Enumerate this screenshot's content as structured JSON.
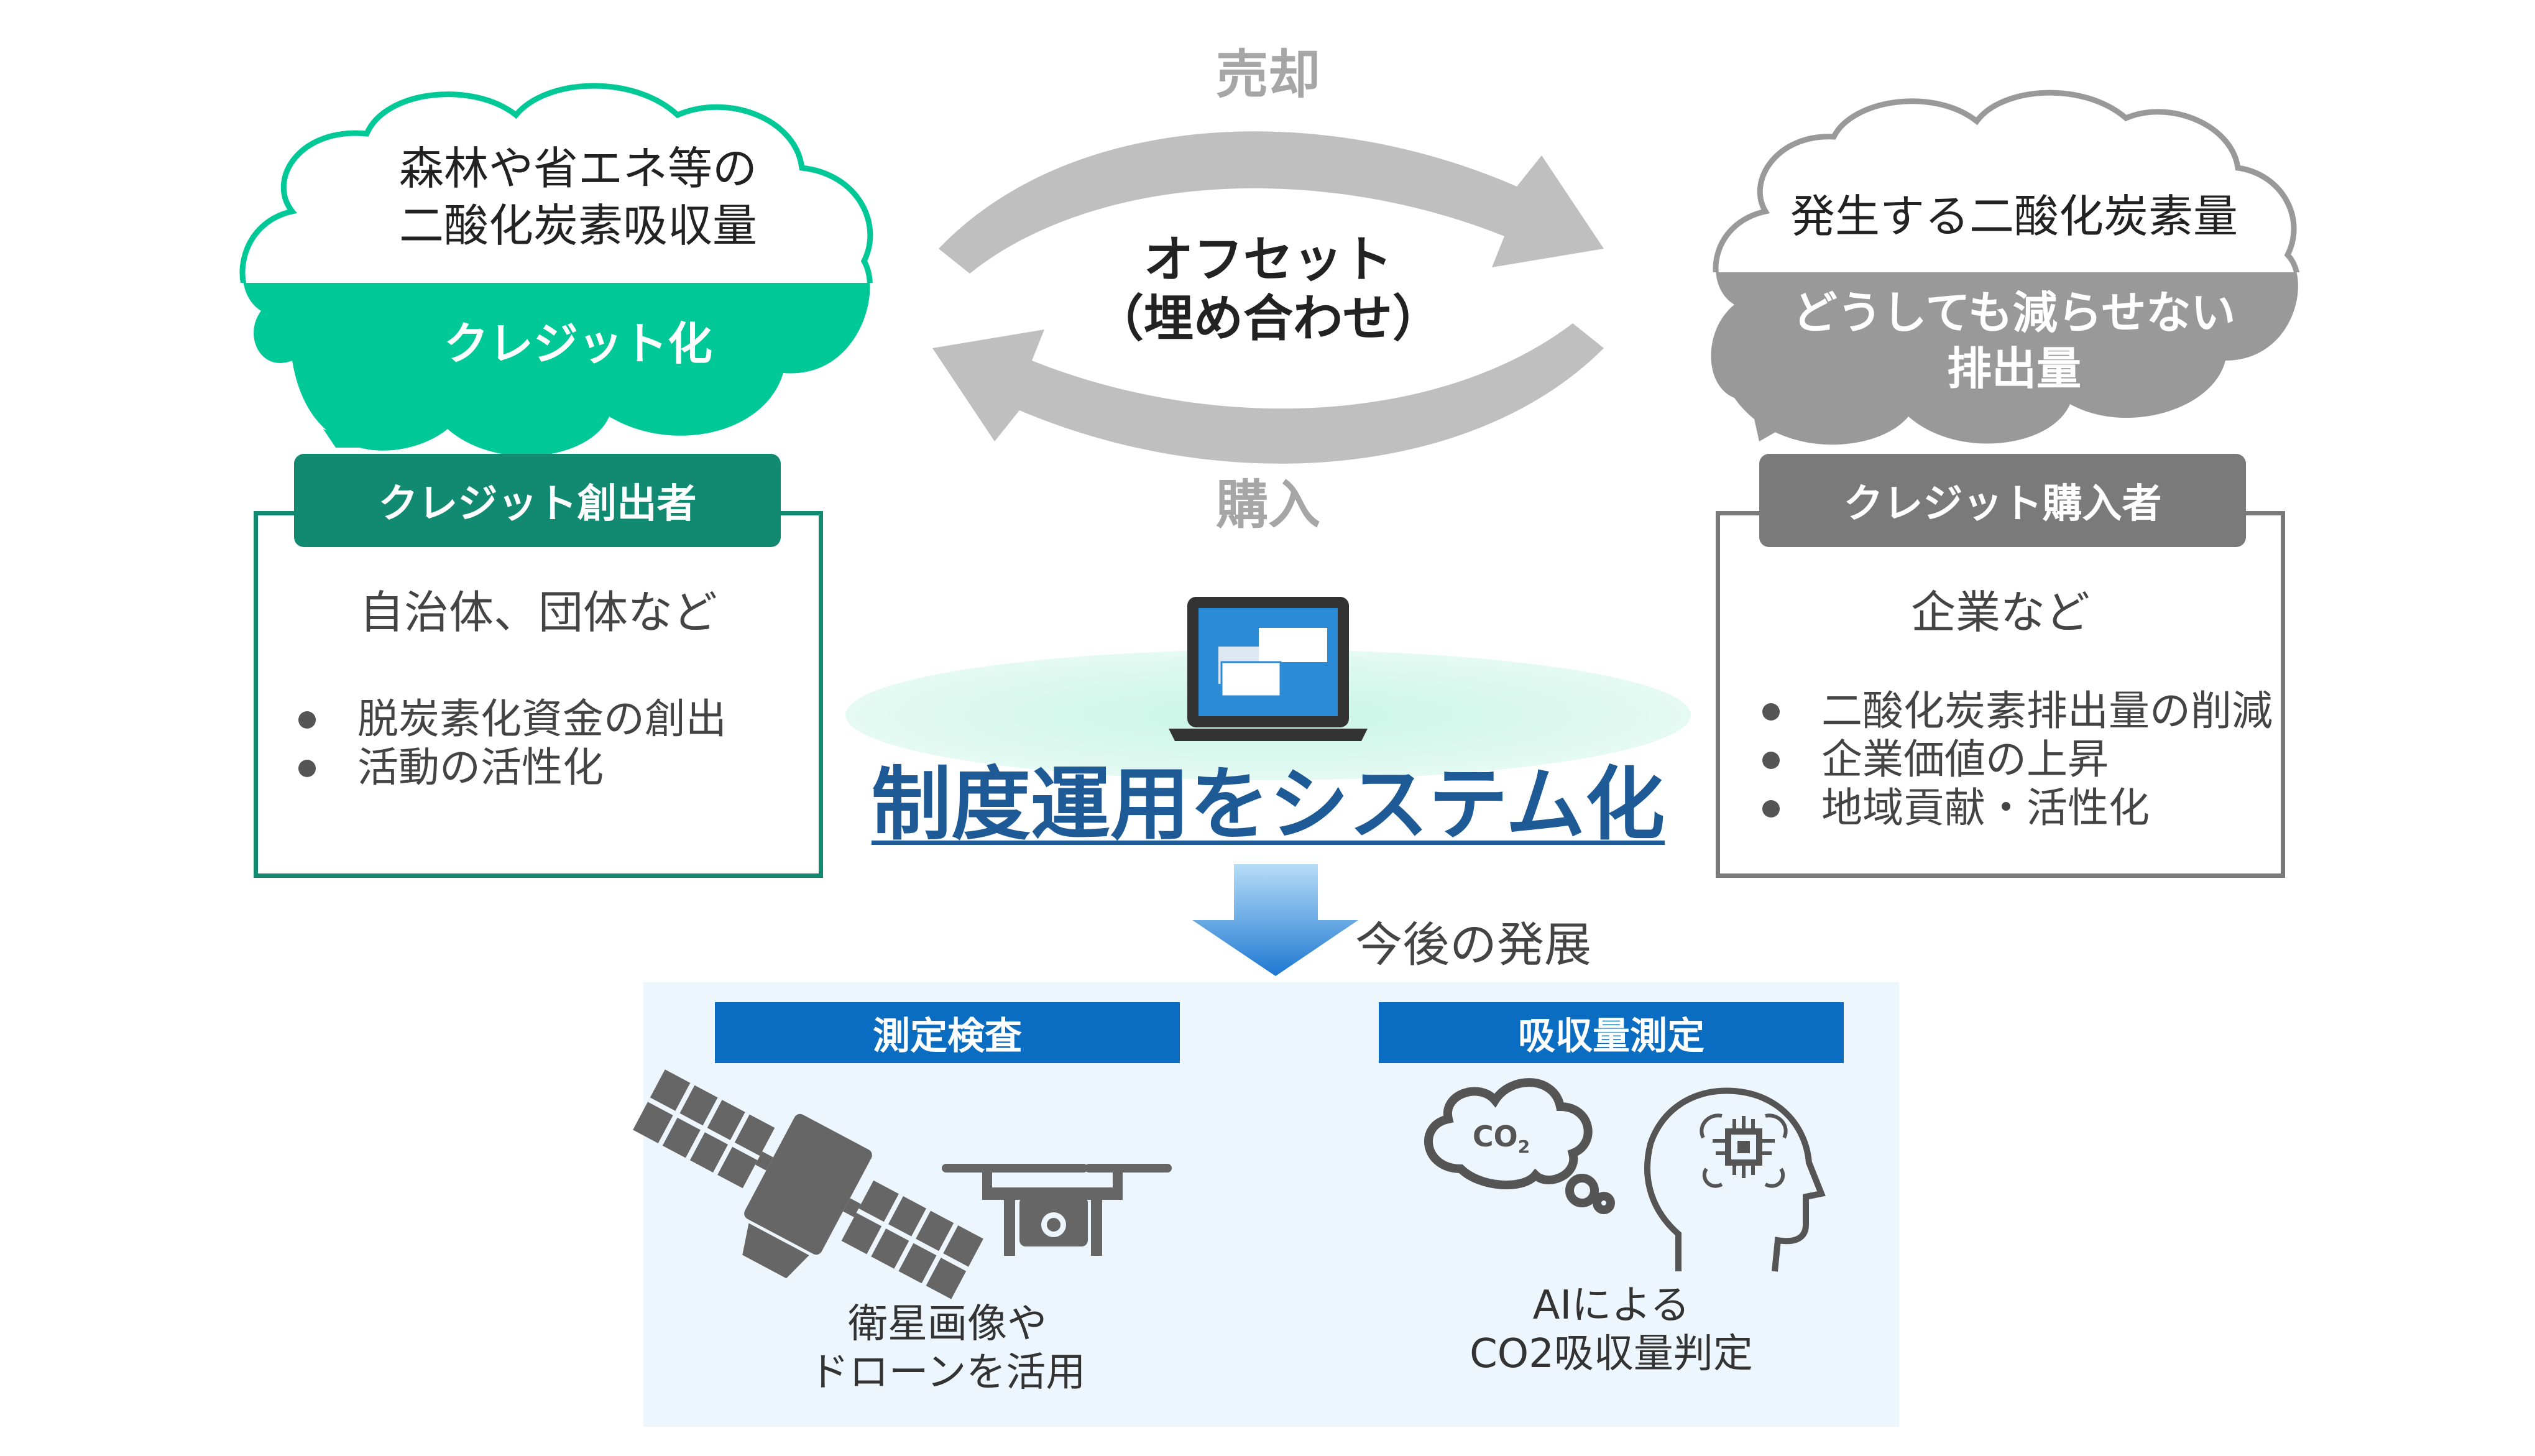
{
  "left_cloud": {
    "top_text_lines": [
      "森林や省エネ等の",
      "二酸化炭素吸収量"
    ],
    "bottom_text": "クレジット化"
  },
  "right_cloud": {
    "top_text": "発生する二酸化炭素量",
    "bottom_text_lines": [
      "どうしても減らせない",
      "排出量"
    ]
  },
  "arrows": {
    "top_label": "売却",
    "bottom_label": "購入",
    "center_lines": [
      "オフセット",
      "（埋め合わせ）"
    ]
  },
  "creator": {
    "label": "クレジット創出者",
    "heading": "自治体、団体など",
    "bullets": [
      "脱炭素化資金の創出",
      "活動の活性化"
    ]
  },
  "buyer": {
    "label": "クレジット購入者",
    "heading": "企業など",
    "bullets": [
      "二酸化炭素排出量の削減",
      "企業価値の上昇",
      "地域貢献・活性化"
    ]
  },
  "center": {
    "system_title": "制度運用をシステム化",
    "future_label": "今後の発展"
  },
  "future": {
    "measurement": {
      "label": "測定検査",
      "caption_lines": [
        "衛星画像や",
        "ドローンを活用"
      ]
    },
    "absorption": {
      "label": "吸収量測定",
      "caption_lines": [
        "AIによる",
        "CO2吸収量判定"
      ],
      "co2_text": "CO",
      "co2_sub": "2"
    }
  },
  "colors": {
    "green": "#00C896",
    "dark_green": "#128A72",
    "gray": "#999999",
    "dark_gray": "#7A7A7A",
    "arrow_gray": "#BFBFBF",
    "blue": "#0A6DC2",
    "title_blue": "#1E5A96",
    "panel_bg": "#EEF6FD"
  },
  "icons": [
    "laptop-icon",
    "down-arrow-icon",
    "satellite-icon",
    "drone-icon",
    "co2-cloud-icon",
    "ai-head-icon"
  ]
}
